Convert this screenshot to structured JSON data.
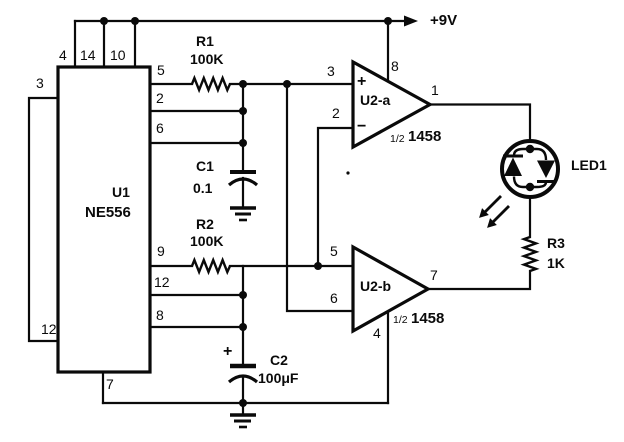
{
  "colors": {
    "ink": "#0a0a0a",
    "background": "#ffffff"
  },
  "power": {
    "label": "+9V"
  },
  "u1": {
    "ref": "U1",
    "part": "NE556",
    "pins": {
      "p4": "4",
      "p14": "14",
      "p10": "10",
      "p3": "3",
      "p12_left": "12",
      "p5": "5",
      "p2": "2",
      "p6": "6",
      "p9": "9",
      "p12_right": "12",
      "p8": "8",
      "p7": "7"
    }
  },
  "r1": {
    "ref": "R1",
    "value": "100K"
  },
  "c1": {
    "ref": "C1",
    "value": "0.1"
  },
  "r2": {
    "ref": "R2",
    "value": "100K"
  },
  "c2": {
    "ref": "C2",
    "value": "100μF",
    "polarity": "+"
  },
  "u2a": {
    "ref": "U2-a",
    "fraction": "1/2",
    "part": "1458",
    "plus": "+",
    "minus": "−",
    "pins": {
      "p3": "3",
      "p2": "2",
      "p8": "8",
      "p1": "1"
    }
  },
  "u2b": {
    "ref": "U2-b",
    "fraction": "1/2",
    "part": "1458",
    "pins": {
      "p5": "5",
      "p6": "6",
      "p7": "7",
      "p4": "4"
    }
  },
  "r3": {
    "ref": "R3",
    "value": "1K"
  },
  "led1": {
    "ref": "LED1"
  }
}
